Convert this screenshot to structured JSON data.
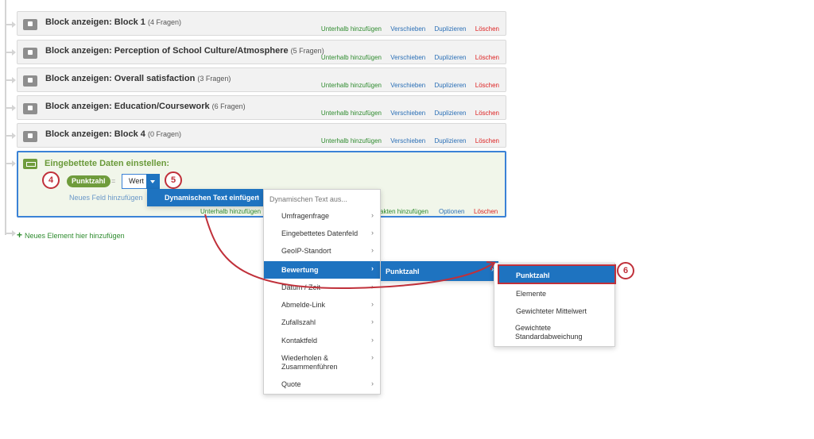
{
  "blocks": [
    {
      "title": "Block anzeigen: Block 1",
      "count": "(4 Fragen)"
    },
    {
      "title": "Block anzeigen: Perception of School Culture/Atmosphere",
      "count": "(5 Fragen)"
    },
    {
      "title": "Block anzeigen: Overall satisfaction",
      "count": "(3 Fragen)"
    },
    {
      "title": "Block anzeigen: Education/Coursework",
      "count": "(6 Fragen)"
    },
    {
      "title": "Block anzeigen: Block 4",
      "count": "(0 Fragen)"
    }
  ],
  "block_actions": {
    "add_below": "Unterhalb hinzufügen",
    "move": "Verschieben",
    "duplicate": "Duplizieren",
    "delete": "Löschen"
  },
  "embedded_data": {
    "title": "Eingebettete Daten einstellen:",
    "field_name": "Punktzahl",
    "equals": "=",
    "value": "Wert",
    "new_field": "Neues Feld hinzufügen",
    "actions": {
      "add_below": "Unterhalb hinzufügen",
      "add_from_contacts": "akten hinzufügen",
      "options": "Optionen",
      "delete": "Löschen"
    }
  },
  "add_element": "Neues Element hier hinzufügen",
  "badges": [
    "4",
    "5",
    "6"
  ],
  "menu_insert": {
    "label": "Dynamischen Text einfügen",
    "chevron": "›"
  },
  "menu_source": {
    "header": "Dynamischen Text aus...",
    "items": [
      {
        "label": "Umfragenfrage"
      },
      {
        "label": "Eingebettetes Datenfeld"
      },
      {
        "label": "GeoIP-Standort"
      },
      {
        "label": "Bewertung"
      },
      {
        "label": "Datum / Zeit"
      },
      {
        "label": "Abmelde-Link"
      },
      {
        "label": "Zufallszahl"
      },
      {
        "label": "Kontaktfeld"
      },
      {
        "label": "Wiederholen & Zusammenführen"
      },
      {
        "label": "Quote"
      }
    ],
    "chevron": "›"
  },
  "menu_scoring": {
    "label": "Punktzahl",
    "chevron": "›"
  },
  "menu_score_fields": {
    "items": [
      {
        "label": "Punktzahl"
      },
      {
        "label": "Elemente"
      },
      {
        "label": "Gewichteter Mittelwert"
      },
      {
        "label": "Gewichtete Standardabweichung"
      }
    ]
  },
  "colors": {
    "accent_blue": "#1e73c0",
    "highlight_red": "#c0303a",
    "green": "#6f9c3c",
    "link_green": "#2e8b2e",
    "link_blue": "#2a6fb6",
    "delete_red": "#dd2222"
  }
}
